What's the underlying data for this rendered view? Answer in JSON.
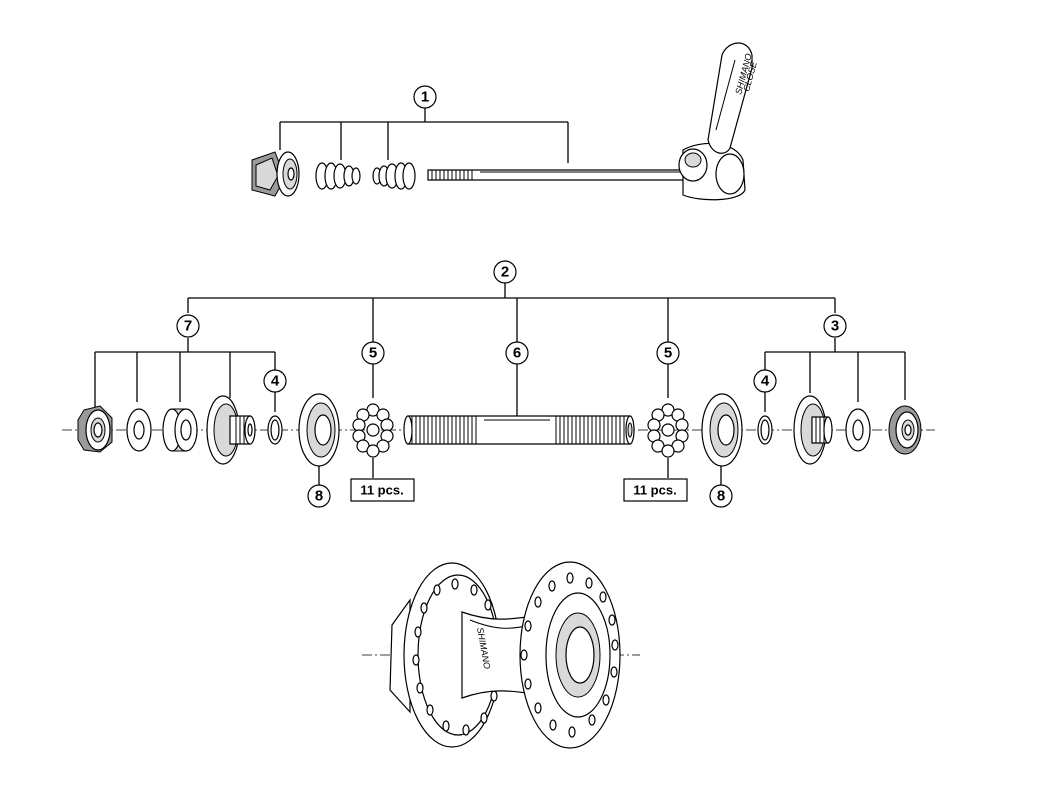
{
  "callouts": {
    "c1": "1",
    "c2": "2",
    "c3": "3",
    "c4_left": "4",
    "c4_right": "4",
    "c5_left": "5",
    "c5_right": "5",
    "c6": "6",
    "c7": "7",
    "c8_left": "8",
    "c8_right": "8"
  },
  "quantity_labels": {
    "left": "11 pcs.",
    "right": "11 pcs."
  },
  "brand": {
    "hub_text": "SHIMANO",
    "lever_text": "SHIMANO",
    "lever_mark": "CLOSE"
  }
}
